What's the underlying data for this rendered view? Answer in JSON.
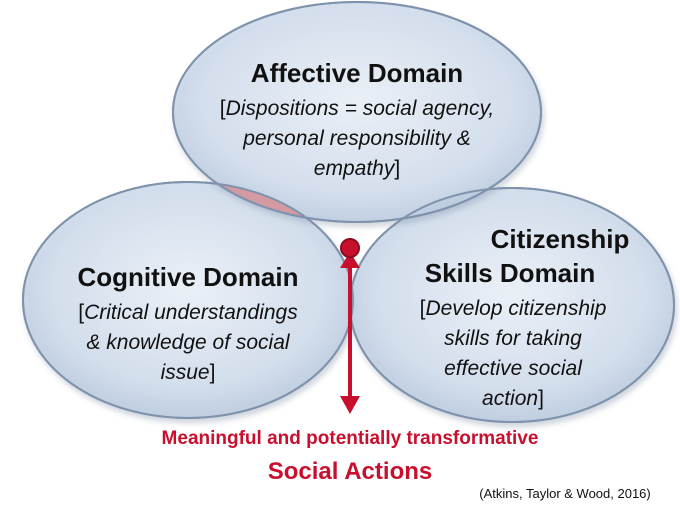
{
  "affective": {
    "title": "Affective Domain",
    "line1": "Dispositions = social agency,",
    "line2": "personal responsibility  &",
    "line3": "empathy"
  },
  "cognitive": {
    "title": "Cognitive Domain",
    "line1": "Critical understandings",
    "line2": "& knowledge of social",
    "line3": "issue"
  },
  "citizenship": {
    "title1": "Citizenship",
    "title2": "Skills Domain",
    "line1": "Develop citizenship",
    "line2": "skills for taking",
    "line3": "effective  social",
    "line4": "action"
  },
  "outcome": {
    "line1": "Meaningful and potentially transformative",
    "line2": "Social  Actions"
  },
  "citation": "(Atkins, Taylor & Wood, 2016)",
  "colors": {
    "circle_fill": "#c9d6e8",
    "circle_stroke": "#7f93ad",
    "overlap": "#d9888c",
    "accent": "#c8102e"
  }
}
